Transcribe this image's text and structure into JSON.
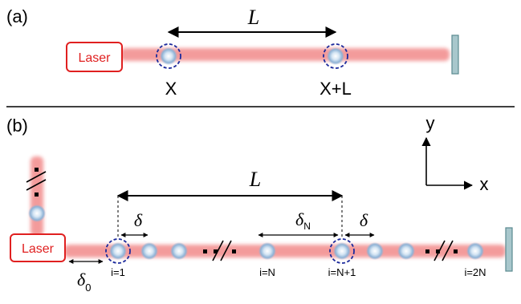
{
  "panel_a": {
    "label": "(a)",
    "laser_label": "Laser",
    "distance_label": "L",
    "atom_labels": [
      "X",
      "X+L"
    ]
  },
  "panel_b": {
    "label": "(b)",
    "laser_label": "Laser",
    "distance_label": "L",
    "spacing_label": "δ",
    "spacing_label_right": "δ",
    "offset_label": "δ",
    "offset_subscript": "0",
    "gap_label": "δ",
    "gap_subscript": "N",
    "atom_labels": [
      "i=1",
      "i=N",
      "i=N+1",
      "i=2N"
    ],
    "axes": {
      "y_label": "y",
      "x_label": "x"
    }
  },
  "colors": {
    "beam": "#f07a7a",
    "laser_box": "#e02020",
    "atom_ring": "#1c2a9c",
    "atom_fill": "#a9c8e6",
    "mirror_fill": "#a8c7cc",
    "mirror_stroke": "#5a8a90"
  }
}
